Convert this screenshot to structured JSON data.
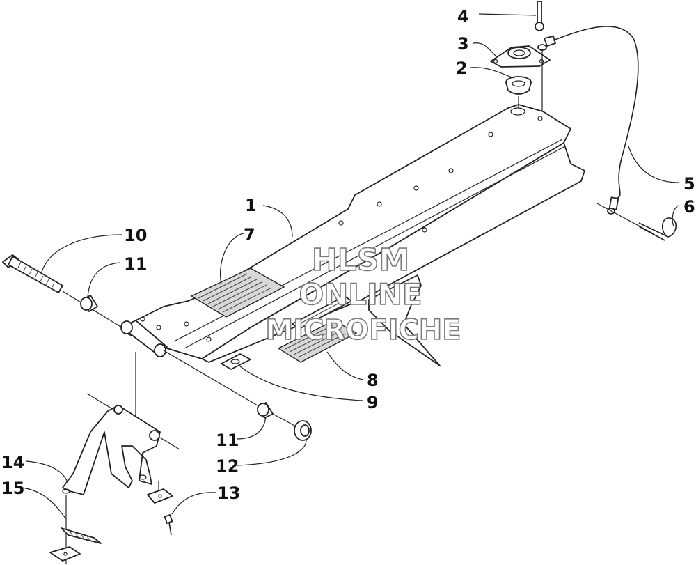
{
  "callouts": [
    {
      "id": "c1",
      "text": "1"
    },
    {
      "id": "c2",
      "text": "2"
    },
    {
      "id": "c3",
      "text": "3"
    },
    {
      "id": "c4",
      "text": "4"
    },
    {
      "id": "c5",
      "text": "5"
    },
    {
      "id": "c6",
      "text": "6"
    },
    {
      "id": "c7",
      "text": "7"
    },
    {
      "id": "c8",
      "text": "8"
    },
    {
      "id": "c9",
      "text": "9"
    },
    {
      "id": "c10",
      "text": "10"
    },
    {
      "id": "c11a",
      "text": "11"
    },
    {
      "id": "c11b",
      "text": "11"
    },
    {
      "id": "c12",
      "text": "12"
    },
    {
      "id": "c13",
      "text": "13"
    },
    {
      "id": "c14",
      "text": "14"
    },
    {
      "id": "c15",
      "text": "15"
    }
  ],
  "watermark": {
    "line1": "HLSM",
    "line2": "ONLINE",
    "line3": "MICROFICHE",
    "color": "#7a7a7a"
  }
}
